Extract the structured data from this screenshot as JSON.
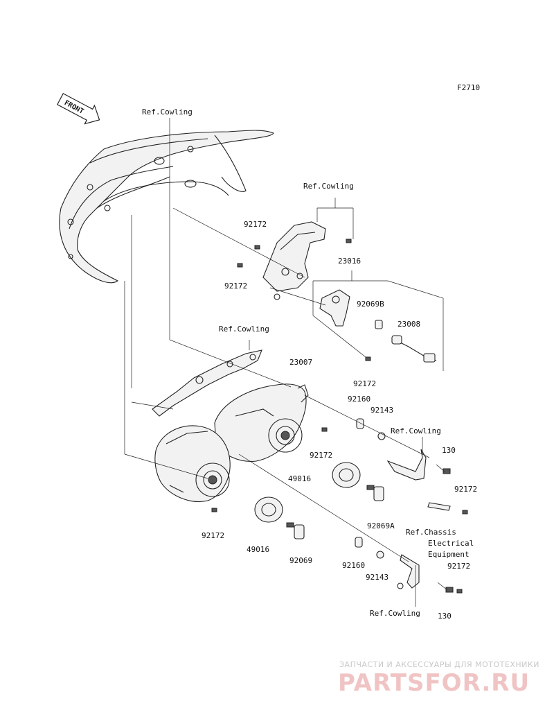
{
  "diagram": {
    "code": "F2710",
    "front_label": "FRONT",
    "watermark": {
      "tagline": "ЗАПЧАСТИ И АКСЕССУАРЫ ДЛЯ МОТОТЕХНИКИ",
      "brand": "PARTSFOR.RU"
    },
    "labels": {
      "ref_cowling_1": "Ref.Cowling",
      "ref_cowling_2": "Ref.Cowling",
      "ref_cowling_3": "Ref.Cowling",
      "ref_cowling_4": "Ref.Cowling",
      "ref_cowling_5": "Ref.Cowling",
      "p92172_a": "92172",
      "p92172_b": "92172",
      "p23016": "23016",
      "p92069B": "92069B",
      "p23008": "23008",
      "p92172_c": "92172",
      "p23007": "23007",
      "p92160_a": "92160",
      "p92143_a": "92143",
      "p130_a": "130",
      "p92172_d": "92172",
      "p49016_a": "49016",
      "p92172_e": "92172",
      "p92069A": "92069A",
      "ref_chassis_1": "Ref.Chassis",
      "ref_chassis_2": "Electrical",
      "ref_chassis_3": "Equipment",
      "p92172_f": "92172",
      "p49016_b": "49016",
      "p92069": "92069",
      "p92160_b": "92160",
      "p92143_b": "92143",
      "p92172_g": "92172",
      "p130_b": "130"
    }
  }
}
